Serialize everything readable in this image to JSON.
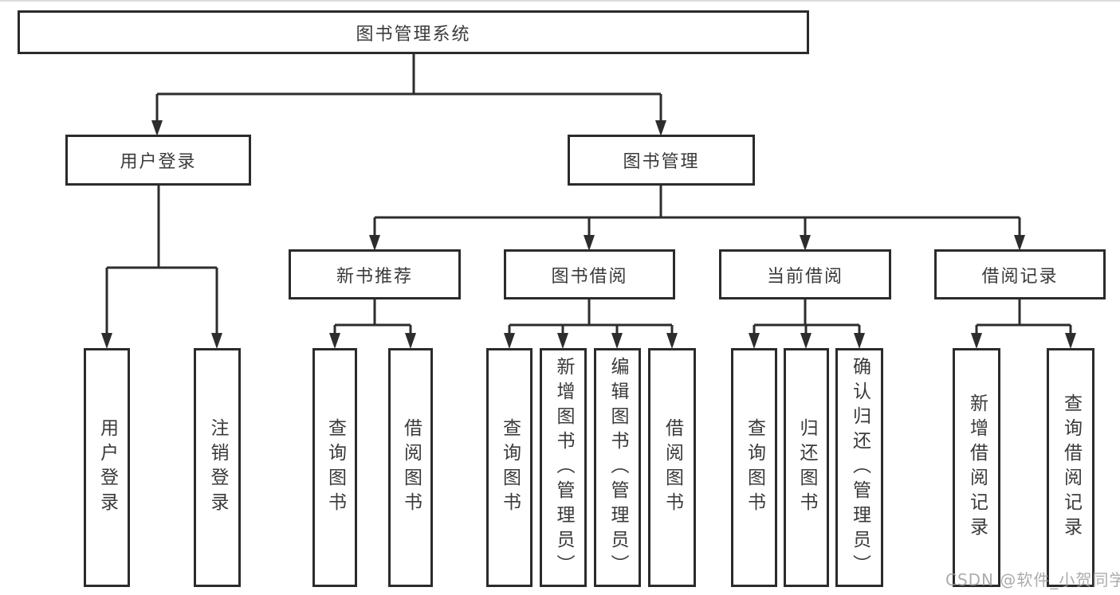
{
  "diagram": {
    "root": {
      "label": "图书管理系统"
    },
    "level1": [
      {
        "label": "用户登录",
        "parent": "图书管理系统"
      },
      {
        "label": "图书管理",
        "parent": "图书管理系统"
      }
    ],
    "level2": [
      {
        "label": "新书推荐",
        "parent": "图书管理"
      },
      {
        "label": "图书借阅",
        "parent": "图书管理"
      },
      {
        "label": "当前借阅",
        "parent": "图书管理"
      },
      {
        "label": "借阅记录",
        "parent": "图书管理"
      }
    ],
    "leaves": [
      {
        "label": "用户登录",
        "parent": "用户登录"
      },
      {
        "label": "注销登录",
        "parent": "用户登录"
      },
      {
        "label": "查询图书",
        "parent": "新书推荐"
      },
      {
        "label": "借阅图书",
        "parent": "新书推荐"
      },
      {
        "label": "查询图书",
        "parent": "图书借阅"
      },
      {
        "label": "新增图书（管理员）",
        "parent": "图书借阅"
      },
      {
        "label": "编辑图书（管理员）",
        "parent": "图书借阅"
      },
      {
        "label": "借阅图书",
        "parent": "图书借阅"
      },
      {
        "label": "查询图书",
        "parent": "当前借阅"
      },
      {
        "label": "归还图书",
        "parent": "当前借阅"
      },
      {
        "label": "确认归还（管理员）",
        "parent": "当前借阅"
      },
      {
        "label": "新增借阅记录",
        "parent": "借阅记录"
      },
      {
        "label": "查询借阅记录",
        "parent": "借阅记录"
      }
    ],
    "colors": {
      "line": "#2d2d2d",
      "box_border": "#2b2b2b",
      "text": "#3a3a3a",
      "background": "#ffffff"
    }
  },
  "watermark": {
    "text": "CSDN @软件_小贺同学",
    "color": "#9e9e9e"
  }
}
